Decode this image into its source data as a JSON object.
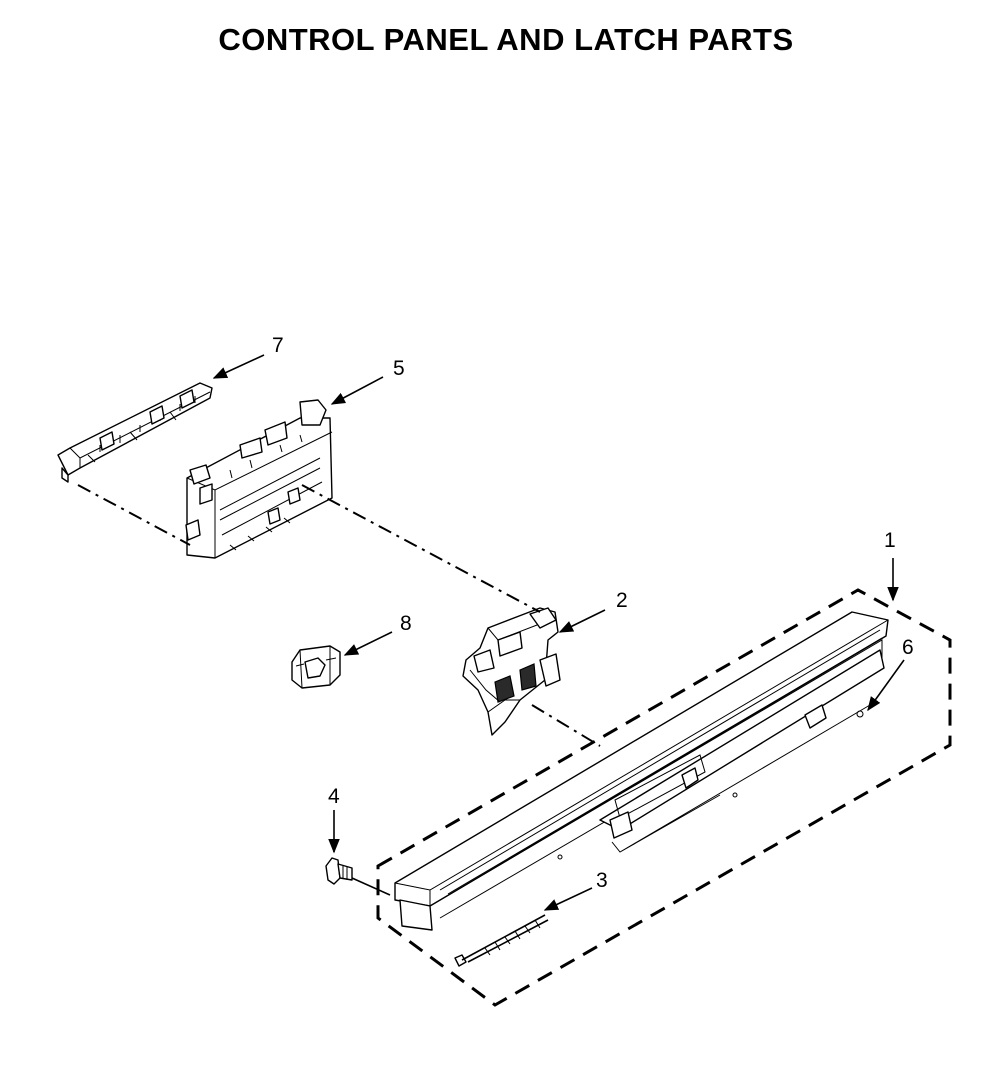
{
  "title": "CONTROL PANEL AND LATCH PARTS",
  "callouts": {
    "c1": "1",
    "c2": "2",
    "c3": "3",
    "c4": "4",
    "c5": "5",
    "c6": "6",
    "c7": "7",
    "c8": "8"
  }
}
